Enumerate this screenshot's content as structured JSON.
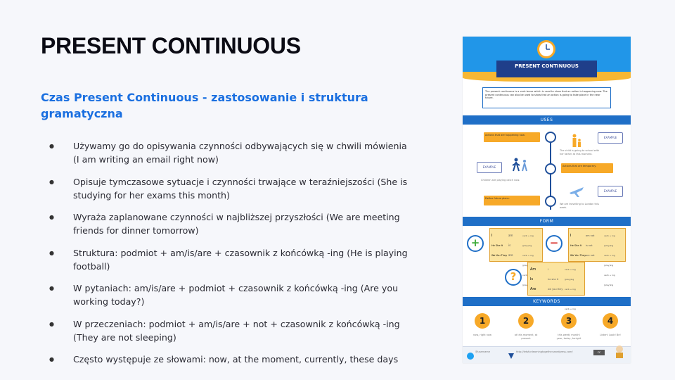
{
  "slide": {
    "title": "PRESENT CONTINUOUS",
    "subtitle": "Czas Present Continuous - zastosowanie i struktura gramatyczna",
    "bullets": [
      "Używamy go do opisywania czynności odbywających się w chwili mówienia (I am writing an email right now)",
      "Opisuje tymczasowe sytuacje i czynności trwające w teraźniejszości (She is studying for her exams this month)",
      "Wyraża zaplanowane czynności w najbliższej przyszłości (We are meeting friends for dinner tomorrow)",
      "Struktura: podmiot + am/is/are + czasownik z końcówką -ing (He is playing football)",
      "W pytaniach: am/is/are + podmiot + czasownik z końcówką -ing (Are you working today?)",
      "W przeczeniach: podmiot + am/is/are + not + czasownik z końcówką -ing (They are not sleeping)",
      "Często występuje ze słowami: now, at the moment, currently, these days"
    ]
  },
  "infographic": {
    "banner": "PRESENT CONTINUOUS",
    "intro": "The present continuous is a verb tense which is used to show that an action is happening now. The present continuous can also be used to show that an action is going to take place in the near future.",
    "uses_header": "USES",
    "uses": {
      "use1": "Actions that are happening now.",
      "use2": "Actions that are temporary.",
      "use3": "Define future plans.",
      "example": "EXAMPLE",
      "caption1": "The child is going to school with her father at this moment.",
      "caption2": "Children are playing catch now.",
      "caption3": "We are travelling to London this week."
    },
    "form_header": "FORM",
    "form": {
      "plus": "+",
      "minus": "−",
      "question": "?",
      "aff_pronouns": [
        "I",
        "He She It",
        "We You They"
      ],
      "aff_verbs": [
        "am",
        "is",
        "are"
      ],
      "aff_results": [
        "verb + ing (play)ing",
        "verb + ing (play)ing",
        "verb + ing (play)ing"
      ],
      "neg_pronouns": [
        "I",
        "He She It",
        "We You They"
      ],
      "neg_verbs": [
        "am not",
        "is not",
        "are not"
      ],
      "neg_results": [
        "verb + ing (play)ing",
        "verb + ing (play)ing",
        "verb + ing (play)ing"
      ],
      "q_verbs": [
        "Am",
        "Is",
        "Are"
      ],
      "q_pronouns": [
        "I",
        "he she it",
        "we you they"
      ],
      "q_results": [
        "verb + ing (play)ing",
        "verb + ing (play)ing",
        "verb + ing (play)ing"
      ]
    },
    "keywords_header": "KEYWORDS",
    "keywords": [
      {
        "n": "1",
        "text": "now, right now"
      },
      {
        "n": "2",
        "text": "at this moment, at present"
      },
      {
        "n": "3",
        "text": "this week/ month/ year, today, tonight"
      },
      {
        "n": "4",
        "text": "Listen! Look! Be!"
      }
    ],
    "footer": {
      "handle": "@username",
      "url": "http://letsfunlearningtogether.wordpress.com/",
      "license": "cc"
    }
  },
  "colors": {
    "title": "#0b0b14",
    "subtitle": "#1a6fe0",
    "accent_blue": "#1f6fc7",
    "accent_orange": "#f7a928",
    "background": "#f6f7fb"
  }
}
